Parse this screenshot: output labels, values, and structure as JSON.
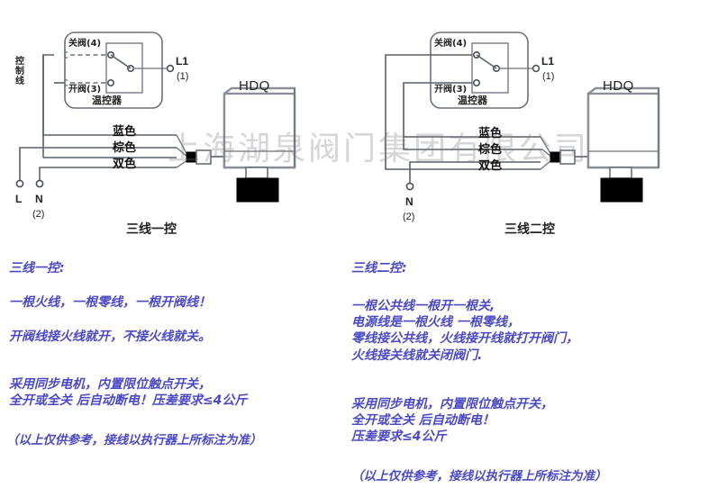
{
  "watermark": {
    "text": "上海湖泉阀门集团有限公司"
  },
  "diagrams": [
    {
      "id": "three-wire-one-control",
      "title": "三线一控",
      "thermostat": {
        "box_label": "温控器",
        "terminal_close": "关阀(4)",
        "terminal_open": "开阀(3)",
        "output_label": "L1",
        "output_sub": "(1)"
      },
      "control_line_label": "控制线",
      "actuator_label": "HDQ",
      "wires": [
        {
          "name": "blue",
          "label": "蓝色"
        },
        {
          "name": "brown",
          "label": "棕色"
        },
        {
          "name": "dual",
          "label": "双色"
        }
      ],
      "supply_terminals": [
        {
          "label": "L",
          "sub": ""
        },
        {
          "label": "N",
          "sub": "(2)"
        }
      ]
    },
    {
      "id": "three-wire-two-control",
      "title": "三线二控",
      "thermostat": {
        "box_label": "温控器",
        "terminal_close": "关阀(4)",
        "terminal_open": "开阀(3)",
        "output_label": "L1",
        "output_sub": "(1)"
      },
      "control_line_label": "",
      "actuator_label": "HDQ",
      "wires": [
        {
          "name": "blue",
          "label": "蓝色"
        },
        {
          "name": "brown",
          "label": "棕色"
        },
        {
          "name": "dual",
          "label": "双色"
        }
      ],
      "supply_terminals": [
        {
          "label": "N",
          "sub": "(2)"
        }
      ]
    }
  ],
  "notes": {
    "left": {
      "heading": "三线一控:",
      "para1": "一根火线，一根零线，一根开阀线！",
      "para2": "开阀线接火线就开，不接火线就关。",
      "para3": "采用同步电机，内置限位触点开关，\n全开或全关  后自动断电！压差要求≤4公斤",
      "para4": "（以上仅供参考，接线以执行器上所标注为准）"
    },
    "right": {
      "heading": "三线二控:",
      "para1": "一根公共线一根开一根关,\n电源线是一根火线  一根零线，\n零线接公共线，火线接开线就打开阀门，\n火线接关线就关闭阀门.",
      "para2": "采用同步电机，内置限位触点开关，\n全开或全关  后自动断电！\n压差要求≤4公斤",
      "para3": "（以上仅供参考，接线以执行器上所标注为准）"
    }
  },
  "colors": {
    "note_text": "#4b49c6",
    "line": "#555b63",
    "dark": "#1a1a1a",
    "actuator_fill": "#ffffff",
    "actuator_base": "#000000",
    "watermark": "rgba(120,120,130,0.30)"
  }
}
